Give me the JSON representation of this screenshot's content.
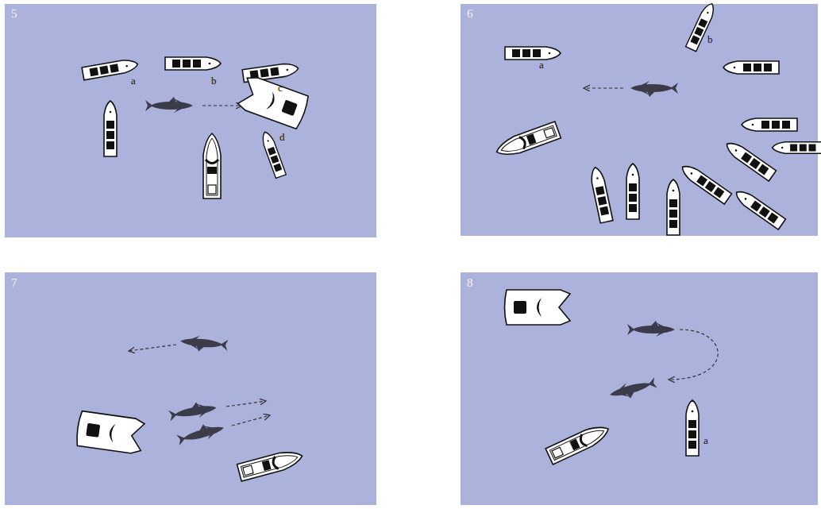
{
  "diagram": {
    "labels": [
      "5",
      "a",
      "b",
      "c",
      "d",
      "6",
      "a",
      "b",
      "7",
      "8",
      "a"
    ]
  }
}
